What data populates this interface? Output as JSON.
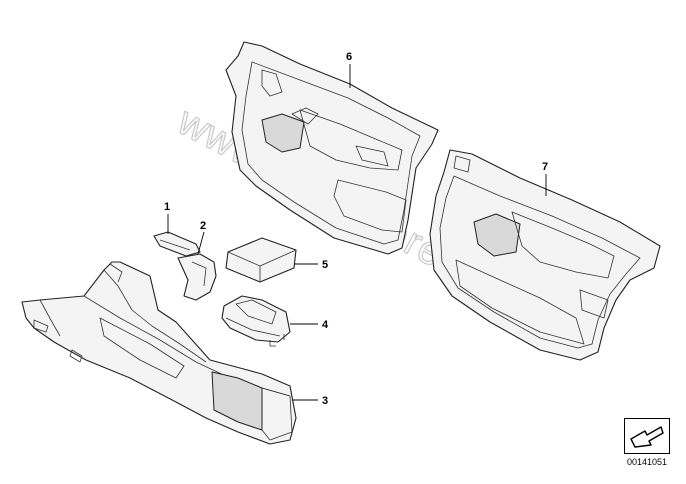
{
  "watermark": "www.BMWstore.pl",
  "callouts": [
    {
      "id": "1",
      "label": "1"
    },
    {
      "id": "2",
      "label": "2"
    },
    {
      "id": "3",
      "label": "3"
    },
    {
      "id": "4",
      "label": "4"
    },
    {
      "id": "5",
      "label": "5"
    },
    {
      "id": "6",
      "label": "6"
    },
    {
      "id": "7",
      "label": "7"
    }
  ],
  "reference_number": "00141051",
  "icons": {
    "reference": "arrow-turn-icon"
  }
}
